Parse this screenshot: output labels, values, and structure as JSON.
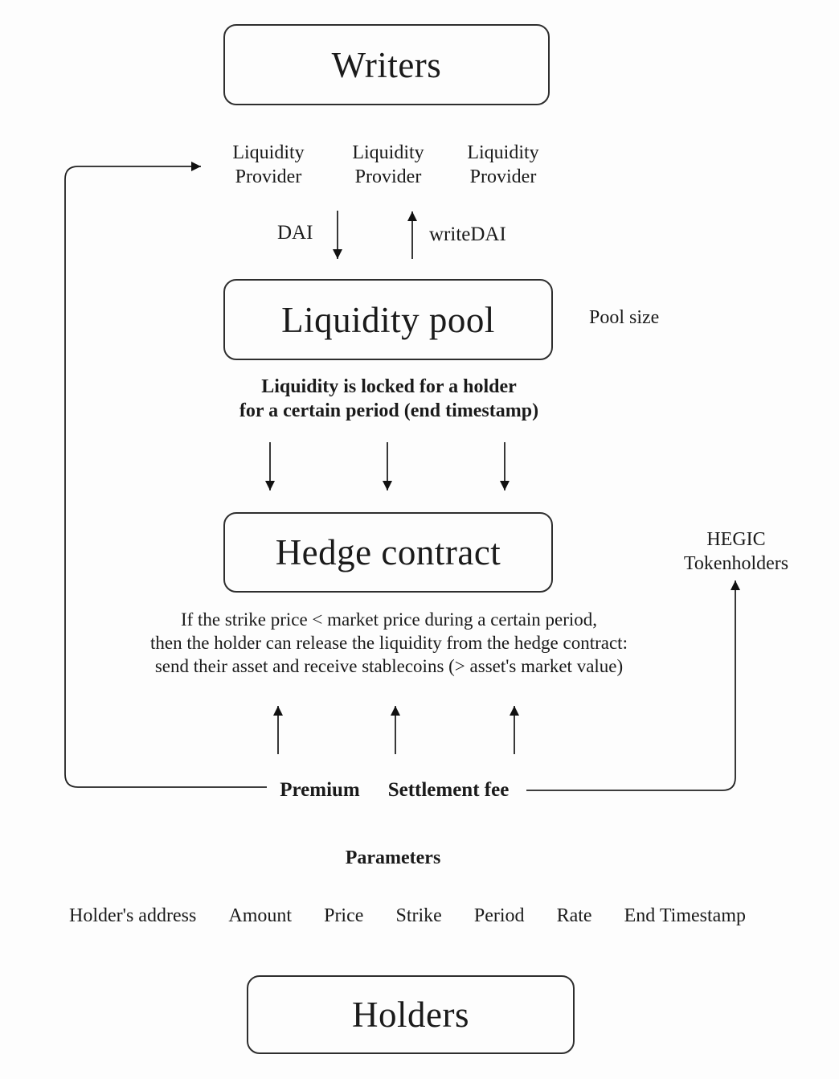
{
  "diagram": {
    "writers_box": "Writers",
    "liquidity_providers": [
      "Liquidity Provider",
      "Liquidity Provider",
      "Liquidity Provider"
    ],
    "dai_label": "DAI",
    "writedai_label": "writeDAI",
    "liquidity_pool_box": "Liquidity pool",
    "pool_size_label": "Pool size",
    "locked_note": {
      "line1": "Liquidity is locked for a holder",
      "line2": "for a certain period (end timestamp)"
    },
    "hedge_contract_box": "Hedge contract",
    "hegic": {
      "line1": "HEGIC",
      "line2": "Tokenholders"
    },
    "release_note": {
      "line1": "If the strike price < market price during a certain period,",
      "line2": "then the holder can release the liquidity from the hedge contract:",
      "line3": "send their asset and receive stablecoins (> asset's market value)"
    },
    "premium_label": "Premium",
    "settlement_fee_label": "Settlement fee",
    "parameters_title": "Parameters",
    "parameters": [
      "Holder's address",
      "Amount",
      "Price",
      "Strike",
      "Period",
      "Rate",
      "End Timestamp"
    ],
    "holders_box": "Holders",
    "colors": {
      "ink": "#1a1a1a",
      "background": "#fdfdfd"
    }
  }
}
